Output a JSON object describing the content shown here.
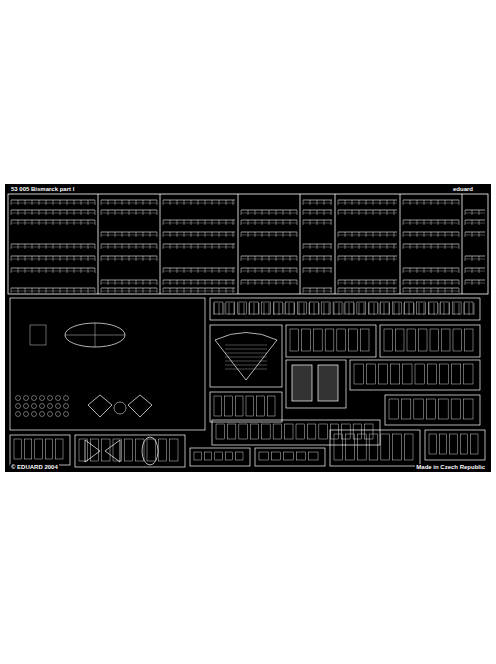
{
  "diagram": {
    "labels": [
      "53 005 Bismarck part I",
      "eduard",
      "© EDUARD 2004",
      "Made in Czech Republic"
    ]
  }
}
